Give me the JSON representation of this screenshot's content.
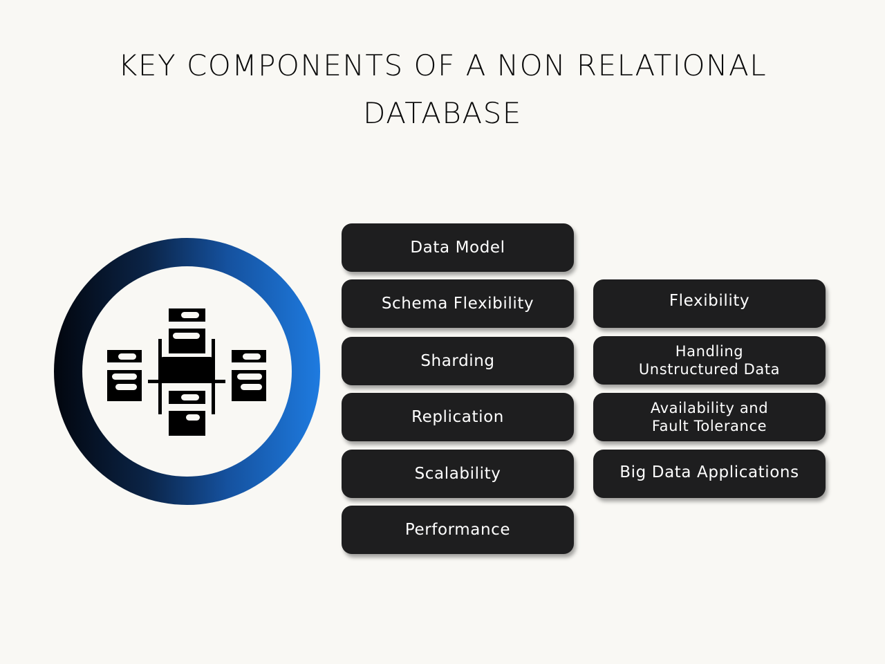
{
  "title": {
    "line1": "KEY COMPONENTS OF A NON RELATIONAL",
    "line2": "DATABASE"
  },
  "emblem": {
    "icon": "distributed-database-servers-icon",
    "ring_gradient": [
      "#02060e",
      "#1e7be0"
    ]
  },
  "components": [
    {
      "label": "Data Model"
    },
    {
      "label": "Schema Flexibility"
    },
    {
      "label": "Sharding"
    },
    {
      "label": "Replication"
    },
    {
      "label": "Scalability"
    },
    {
      "label": "Performance"
    }
  ],
  "benefits": [
    {
      "label": "Flexibility"
    },
    {
      "label": "Handling\nUnstructured Data"
    },
    {
      "label": "Availability and\nFault Tolerance"
    },
    {
      "label": "Big Data Applications"
    }
  ],
  "colors": {
    "background": "#f9f8f4",
    "pill": "#1e1e1f",
    "pill_text": "#ffffff",
    "title_text": "#0a0a0a"
  }
}
